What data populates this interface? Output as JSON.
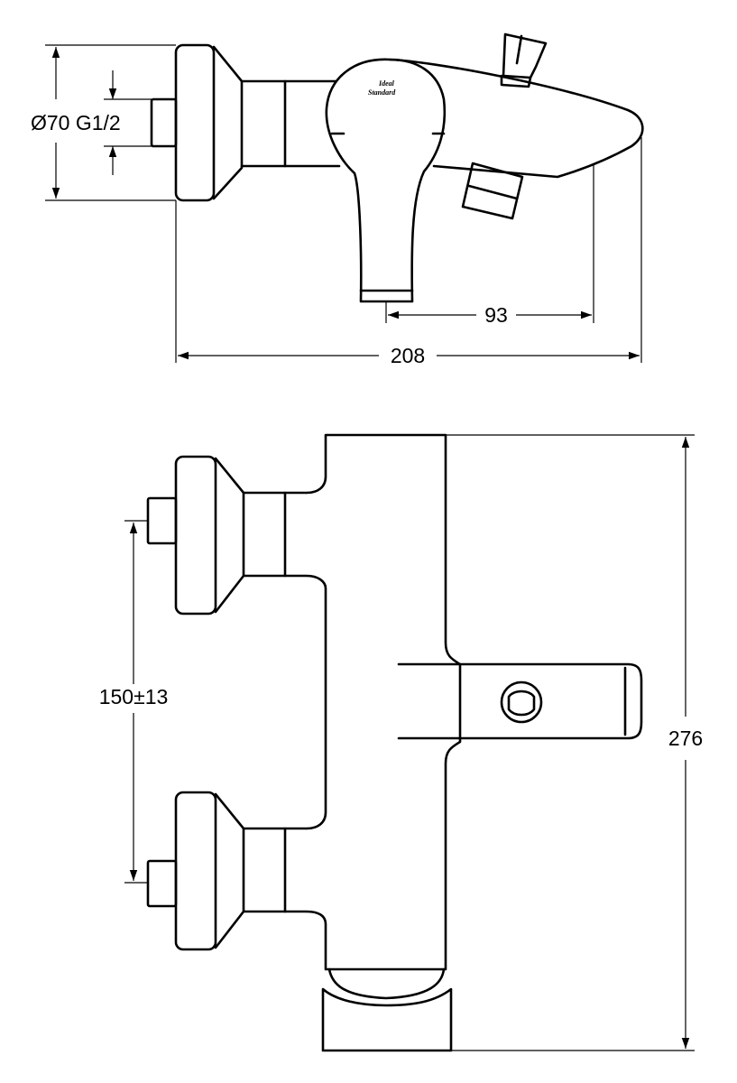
{
  "dimensions": {
    "diameter_thread": "Ø70 G1/2",
    "spout_projection": "93",
    "overall_width": "208",
    "inlet_spacing": "150±13",
    "overall_height": "276"
  },
  "brand": {
    "line1": "Ideal",
    "line2": "Standard"
  }
}
